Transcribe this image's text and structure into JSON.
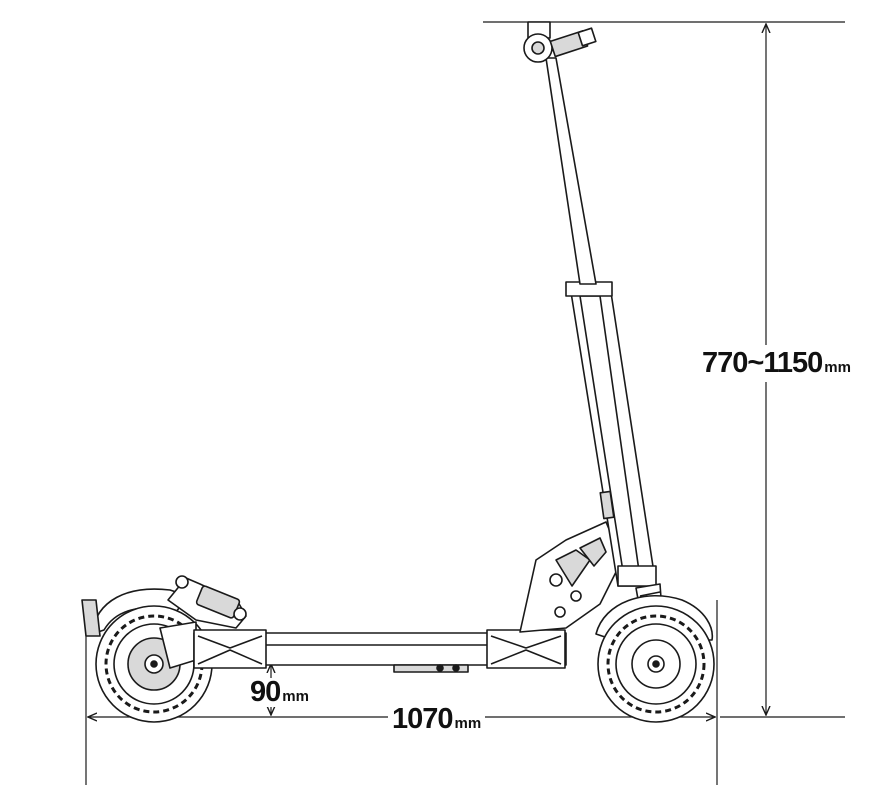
{
  "dimensions": {
    "height": {
      "value": "770~1150",
      "unit": "mm"
    },
    "length": {
      "value": "1070",
      "unit": "mm"
    },
    "clearance": {
      "value": "90",
      "unit": "mm"
    }
  },
  "colors": {
    "line": "#1a1a1a",
    "fill": "#ffffff",
    "shade": "#d9d9d9"
  }
}
